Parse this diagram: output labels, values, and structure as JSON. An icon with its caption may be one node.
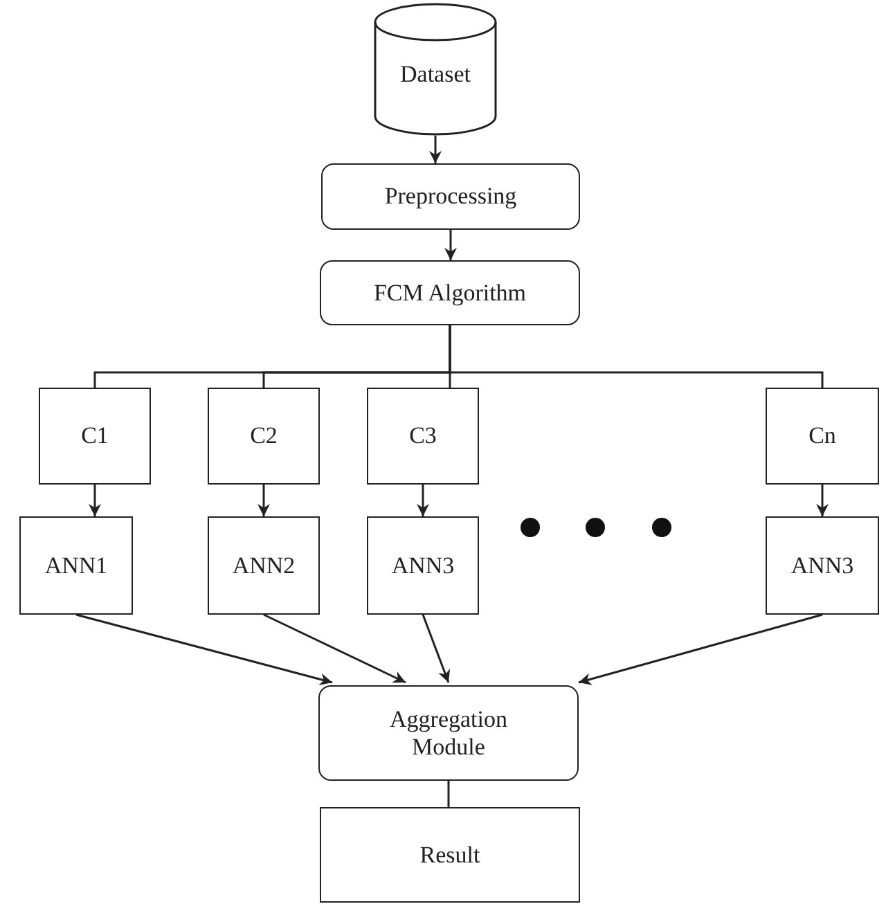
{
  "diagram": {
    "nodes": [
      {
        "text": [
          "Dataset"
        ]
      },
      {
        "text": [
          "Preprocessing"
        ]
      },
      {
        "text": [
          "FCM Algorithm"
        ]
      },
      {
        "text": [
          "C1"
        ]
      },
      {
        "text": [
          "C2"
        ]
      },
      {
        "text": [
          "C3"
        ]
      },
      {
        "text": [
          "Cn"
        ]
      },
      {
        "text": [
          "ANN1"
        ]
      },
      {
        "text": [
          "ANN2"
        ]
      },
      {
        "text": [
          "ANN3"
        ]
      },
      {
        "text": [
          "ANN3"
        ]
      },
      {
        "text": [
          "Aggregation Module"
        ]
      },
      {
        "text": [
          "Result"
        ]
      }
    ],
    "edges": [
      {
        "from": 0,
        "to": 1,
        "arrow": "to"
      },
      {
        "from": 1,
        "to": 2,
        "arrow": "to"
      },
      {
        "from": 2,
        "to": 3,
        "arrow": "none"
      },
      {
        "from": 2,
        "to": 4,
        "arrow": "none"
      },
      {
        "from": 2,
        "to": 5,
        "arrow": "none"
      },
      {
        "from": 2,
        "to": 6,
        "arrow": "none"
      },
      {
        "from": 3,
        "to": 7,
        "arrow": "to"
      },
      {
        "from": 4,
        "to": 8,
        "arrow": "to"
      },
      {
        "from": 5,
        "to": 9,
        "arrow": "to"
      },
      {
        "from": 6,
        "to": 10,
        "arrow": "to"
      },
      {
        "from": 7,
        "to": 11,
        "arrow": "to"
      },
      {
        "from": 8,
        "to": 11,
        "arrow": "to"
      },
      {
        "from": 9,
        "to": 11,
        "arrow": "to"
      },
      {
        "from": 10,
        "to": 11,
        "arrow": "to"
      },
      {
        "from": 11,
        "to": 12,
        "arrow": "none"
      }
    ]
  }
}
